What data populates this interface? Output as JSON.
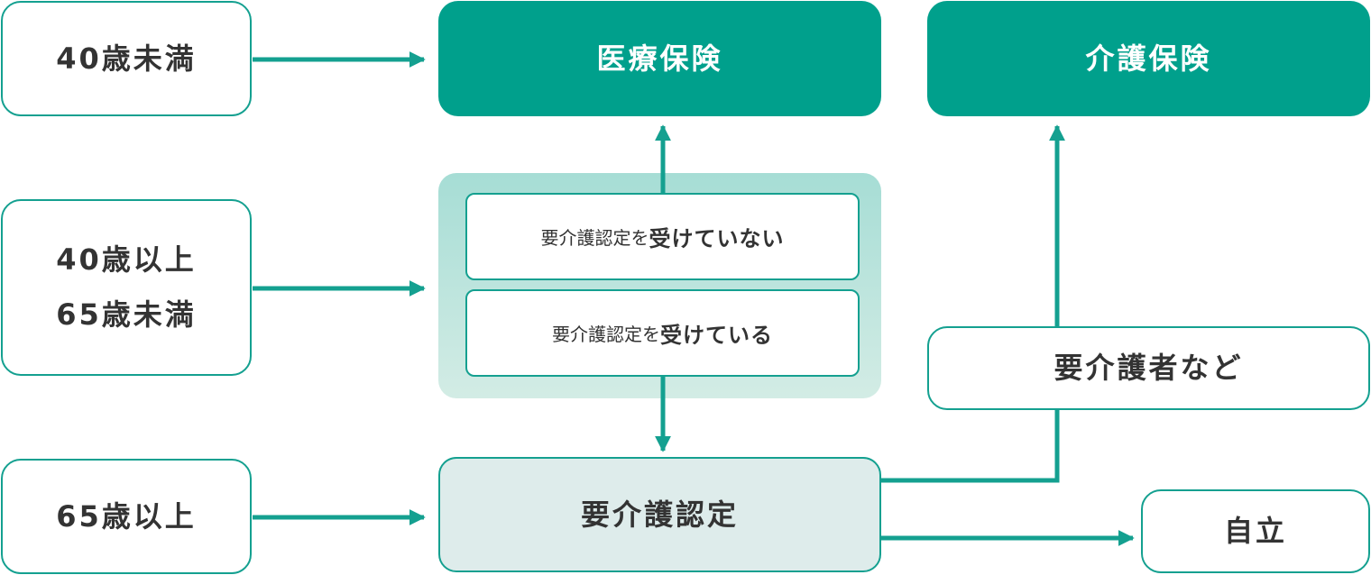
{
  "age_groups": {
    "under40": "40歳未満",
    "from40_line1": "40歳以上",
    "from40_line2": "65歳未満",
    "over65": "65歳以上"
  },
  "insurance": {
    "medical": "医療保険",
    "care": "介護保険"
  },
  "certification_status": {
    "not_certified_small": "要介護認定を",
    "not_certified_large": "受けていない",
    "certified_small": "要介護認定を",
    "certified_large": "受けている"
  },
  "certification": "要介護認定",
  "outcomes": {
    "needs_care": "要介護者など",
    "independent": "自立"
  },
  "colors": {
    "accent": "#00a08c",
    "border": "#14a090",
    "light_fill": "#deeceb",
    "group_fill_top": "#a6ddd5",
    "group_fill_bottom": "#d3ece5"
  }
}
